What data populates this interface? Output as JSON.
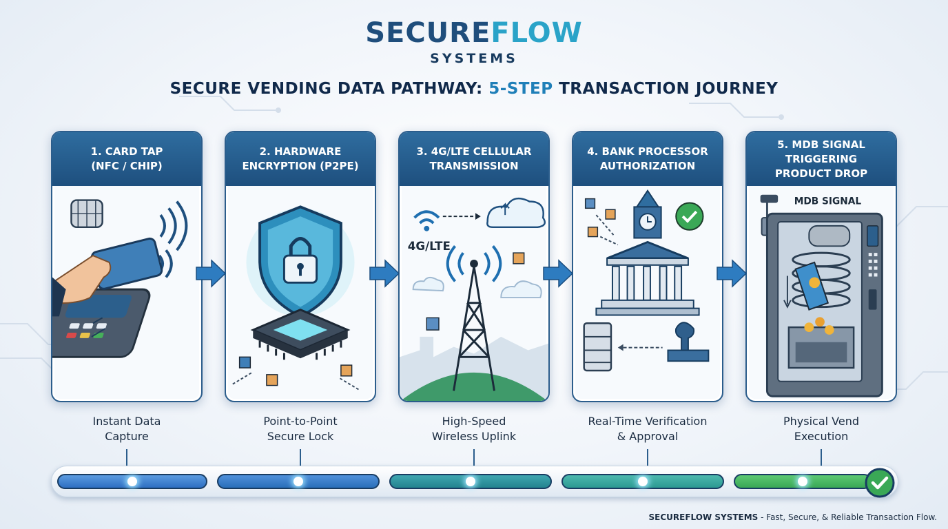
{
  "logo": {
    "secure": "SECURE",
    "flow": "FLOW",
    "sub": "SYSTEMS"
  },
  "headline": {
    "main": "Secure Vending Data Pathway: ",
    "accent": "5-Step",
    "rest": " Transaction Journey"
  },
  "steps": [
    {
      "title": "1. Card Tap\n(NFC / Chip)",
      "caption": "Instant Data\nCapture",
      "icon": "card-tap-icon"
    },
    {
      "title": "2. Hardware\nEncryption (P2PE)",
      "caption": "Point-to-Point\nSecure Lock",
      "icon": "shield-lock-icon"
    },
    {
      "title": "3. 4G/LTE Cellular\nTransmission",
      "caption": "High-Speed\nWireless Uplink",
      "icon": "cell-tower-icon",
      "label": "4G/LTE"
    },
    {
      "title": "4. Bank Processor\nAuthorization",
      "caption": "Real-Time Verification\n& Approval",
      "icon": "bank-icon"
    },
    {
      "title": "5. MDB Signal\nTriggering\nProduct Drop",
      "caption": "Physical Vend\nExecution",
      "icon": "vending-machine-icon",
      "label": "MDB SIGNAL"
    }
  ],
  "colors": {
    "header": "#1e4f7e",
    "arrow": "#2e7cc0",
    "progress": [
      "#2e6fc2",
      "#2a6fba",
      "#23848f",
      "#2c9a92",
      "#3aa856"
    ],
    "check": "#3aa856"
  },
  "footer": {
    "brand": "SECUREFLOW SYSTEMS",
    "tagline": " - Fast, Secure, & Reliable Transaction Flow."
  }
}
